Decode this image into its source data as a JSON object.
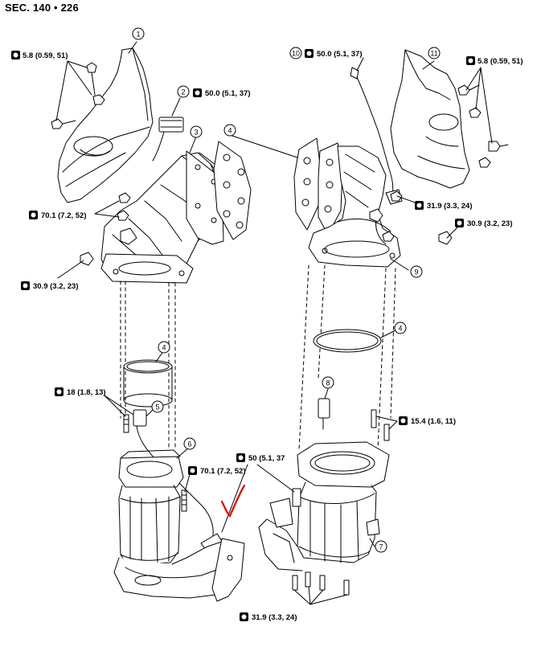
{
  "header": {
    "section": "SEC. 140 • 226"
  },
  "callouts": [
    {
      "id": "1",
      "text": "1"
    },
    {
      "id": "2",
      "text": "2"
    },
    {
      "id": "3",
      "text": "3"
    },
    {
      "id": "4a",
      "text": "4"
    },
    {
      "id": "4b",
      "text": "4"
    },
    {
      "id": "4c",
      "text": "4"
    },
    {
      "id": "4d",
      "text": "4"
    },
    {
      "id": "5",
      "text": "5"
    },
    {
      "id": "6",
      "text": "6"
    },
    {
      "id": "7",
      "text": "7"
    },
    {
      "id": "8",
      "text": "8"
    },
    {
      "id": "9",
      "text": "9"
    },
    {
      "id": "10",
      "text": "10"
    },
    {
      "id": "11",
      "text": "11"
    }
  ],
  "torque_specs": [
    {
      "id": "t1",
      "icon": "bolt-icon",
      "text": "5.8 (0.59, 51)"
    },
    {
      "id": "t2",
      "icon": "torque-icon",
      "text": "50.0 (5.1, 37)"
    },
    {
      "id": "t3",
      "icon": "torque-icon",
      "text": "70.1 (7.2, 52)"
    },
    {
      "id": "t4",
      "icon": "torque-icon",
      "text": "30.9 (3.2, 23)"
    },
    {
      "id": "t5",
      "icon": "torque-icon",
      "text": "18 (1.8, 13)"
    },
    {
      "id": "t6",
      "icon": "torque-icon",
      "text": "70.1 (7.2, 52)"
    },
    {
      "id": "t7",
      "icon": "torque-icon",
      "text": "50 (5.1, 37"
    },
    {
      "id": "t8",
      "icon": "torque-icon",
      "text": "50.0 (5.1, 37)"
    },
    {
      "id": "t9",
      "icon": "bolt-icon",
      "text": "5.8 (0.59, 51)"
    },
    {
      "id": "t10",
      "icon": "torque-icon",
      "text": "31.9 (3.3, 24)"
    },
    {
      "id": "t11",
      "icon": "torque-icon",
      "text": "30.9 (3.2, 23)"
    },
    {
      "id": "t12",
      "icon": "torque-icon",
      "text": "15.4 (1.6, 11)"
    },
    {
      "id": "t13",
      "icon": "torque-icon",
      "text": "31.9 (3.3, 24)"
    }
  ],
  "colors": {
    "line": "#000000",
    "annotation": "#e00000",
    "background": "#ffffff"
  }
}
